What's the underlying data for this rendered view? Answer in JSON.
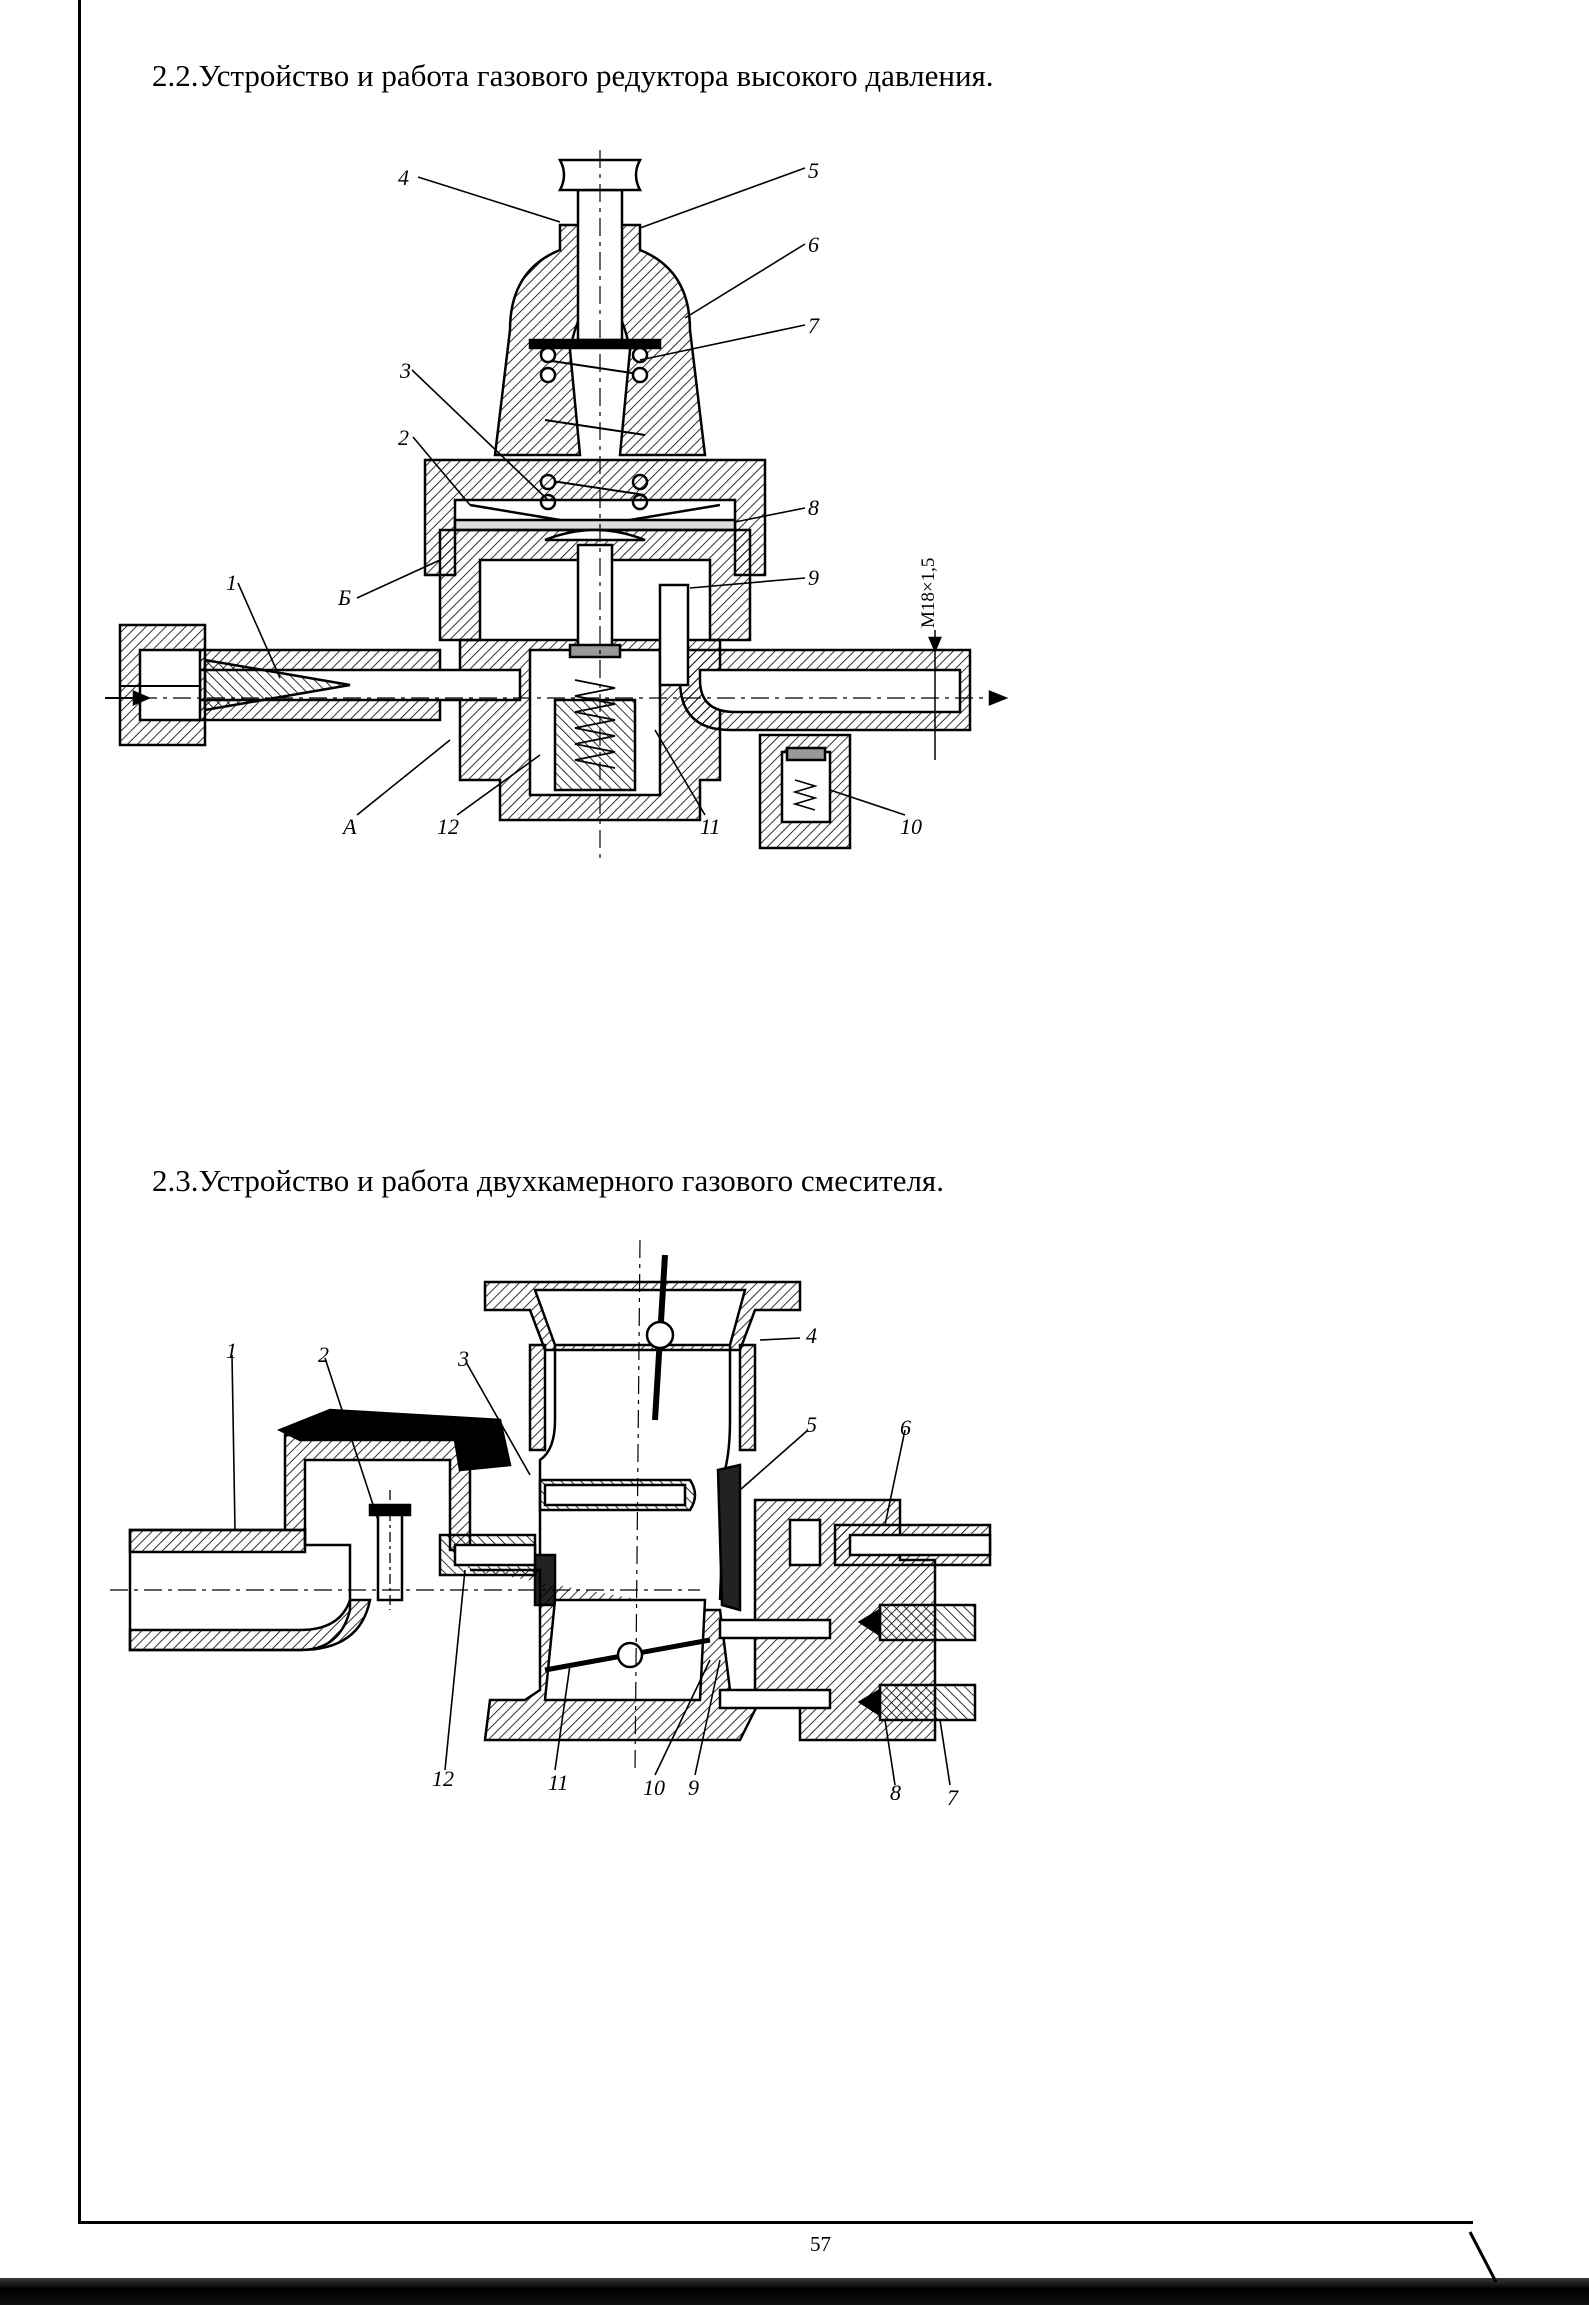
{
  "section_1": {
    "heading": "2.2.Устройство и работа газового редуктора высокого давления.",
    "labels": [
      "1",
      "2",
      "3",
      "4",
      "5",
      "6",
      "7",
      "8",
      "9",
      "10",
      "11",
      "12",
      "А",
      "Б"
    ],
    "thread": "M18×1,5"
  },
  "section_2": {
    "heading": "2.3.Устройство и работа двухкамерного газового смесителя.",
    "labels": [
      "1",
      "2",
      "3",
      "4",
      "5",
      "6",
      "7",
      "8",
      "9",
      "10",
      "11",
      "12"
    ]
  },
  "page_number": "57"
}
